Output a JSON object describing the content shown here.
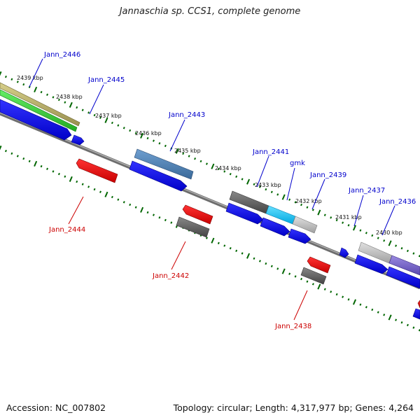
{
  "title": "Jannaschia sp. CCS1, complete genome",
  "accession": "Accession: NC_007802",
  "summary": "Topology: circular; Length: 4,317,977 bp; Genes: 4,264",
  "ticks": [
    "2439 kbp",
    "2438 kbp",
    "2437 kbp",
    "2436 kbp",
    "2435 kbp",
    "2434 kbp",
    "2433 kbp",
    "2432 kbp",
    "2431 kbp",
    "2430 kbp"
  ],
  "genes_forward": [
    "Jann_2446",
    "Jann_2445",
    "Jann_2443",
    "Jann_2441",
    "gmk",
    "Jann_2439",
    "Jann_2437",
    "Jann_2436"
  ],
  "genes_reverse": [
    "Jann_2444",
    "Jann_2442",
    "Jann_2438"
  ],
  "colors": {
    "forward_label": "#0000cc",
    "reverse_label": "#cc0000",
    "cds": "#0000ff",
    "tick": "#006600",
    "backbone": "#808080"
  }
}
